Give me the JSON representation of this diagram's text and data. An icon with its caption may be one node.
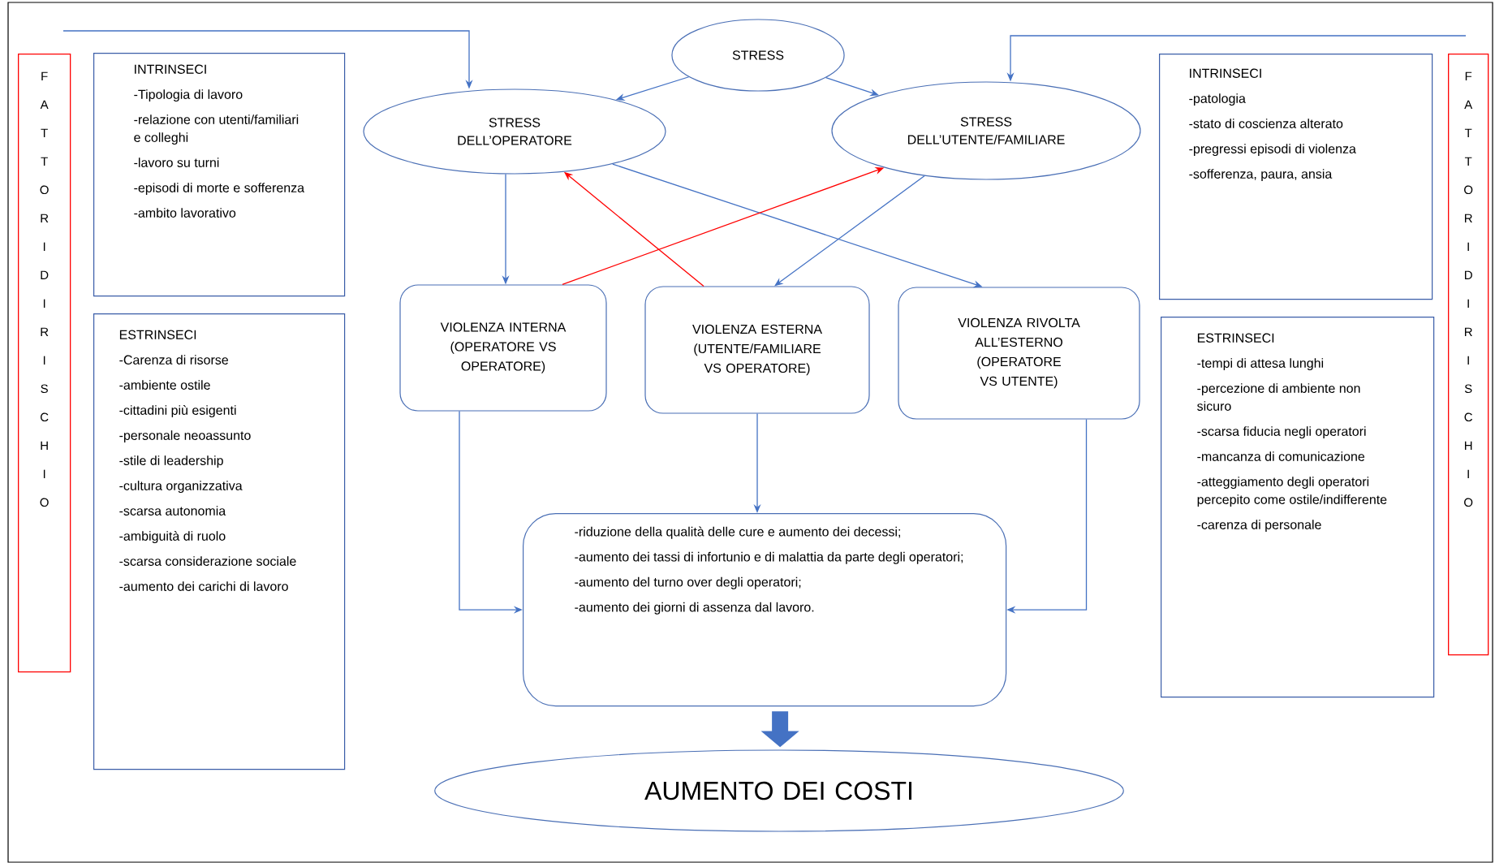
{
  "diagram": {
    "nodes": [
      {
        "text": [
          "FATTORI DI RISCHIO"
        ]
      },
      {
        "text": [
          "INTRINSECI",
          "-Tipologia di lavoro",
          "-relazione con utenti/familiari e colleghi",
          "-lavoro su turni",
          "-episodi di morte e sofferenza",
          "-ambito lavorativo"
        ]
      },
      {
        "text": [
          "ESTRINSECI",
          "-Carenza di risorse",
          "-ambiente ostile",
          "-cittadini più esigenti",
          "-personale neoassunto",
          "-stile di leadership",
          "-cultura organizzativa",
          "-scarsa autonomia",
          "-ambiguità di ruolo",
          "-scarsa considerazione sociale",
          "-aumento dei carichi di lavoro"
        ]
      },
      {
        "text": [
          "STRESS"
        ]
      },
      {
        "text": [
          "STRESS DELL’OPERATORE"
        ]
      },
      {
        "text": [
          "STRESS DELL’UTENTE/FAMILIARE"
        ]
      },
      {
        "text": [
          "INTRINSECI",
          "-patologia",
          "-stato di coscienza alterato",
          "-pregressi episodi di violenza",
          "-sofferenza, paura, ansia"
        ]
      },
      {
        "text": [
          "ESTRINSECI",
          "-tempi di attesa lunghi",
          "-percezione di ambiente non sicuro",
          "-scarsa fiducia negli operatori",
          "-mancanza di comunicazione",
          "-atteggiamento degli operatori percepito come ostile/indifferente",
          "-carenza di personale"
        ]
      },
      {
        "text": [
          "FATTORI DI RISCHIO"
        ]
      },
      {
        "text": [
          "VIOLENZA INTERNA (OPERATORE VS OPERATORE)"
        ]
      },
      {
        "text": [
          "VIOLENZA ESTERNA (UTENTE/FAMILIARE VS OPERATORE)"
        ]
      },
      {
        "text": [
          "VIOLENZA RIVOLTA ALL’ESTERNO (OPERATORE VS UTENTE)"
        ]
      },
      {
        "text": [
          "-riduzione della qualità delle cure e aumento dei decessi;",
          "-aumento dei tassi di infortunio e di malattia da parte degli operatori;",
          "-aumento del turno over degli operatori;",
          "-aumento dei giorni di assenza dal lavoro."
        ]
      },
      {
        "text": [
          "AUMENTO DEI COSTI"
        ]
      }
    ],
    "edges": [
      {
        "from": null,
        "to": 4,
        "arrow": "to"
      },
      {
        "from": null,
        "to": 5,
        "arrow": "to"
      },
      {
        "from": 3,
        "to": 4,
        "arrow": "to"
      },
      {
        "from": 3,
        "to": 5,
        "arrow": "to"
      },
      {
        "from": 4,
        "to": 9,
        "arrow": "to"
      },
      {
        "from": 4,
        "to": 11,
        "arrow": "to"
      },
      {
        "from": 5,
        "to": 10,
        "arrow": "to"
      },
      {
        "from": 9,
        "to": 5,
        "arrow": "to",
        "color": "#ff0000"
      },
      {
        "from": 10,
        "to": 4,
        "arrow": "to",
        "color": "#ff0000"
      },
      {
        "from": 9,
        "to": 12,
        "arrow": "to"
      },
      {
        "from": 10,
        "to": 12,
        "arrow": "to"
      },
      {
        "from": 11,
        "to": 12,
        "arrow": "to"
      },
      {
        "from": 12,
        "to": 13,
        "arrow": "to",
        "style": "thick"
      }
    ]
  }
}
